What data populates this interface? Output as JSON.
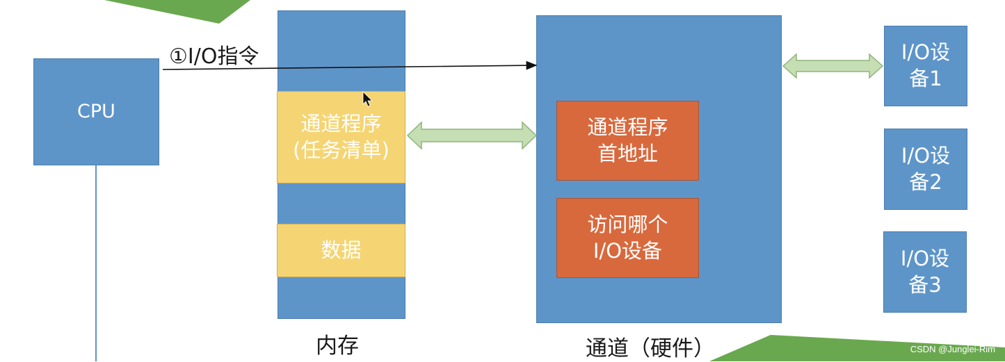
{
  "cpu": {
    "label": "CPU"
  },
  "instruction": {
    "label": "①I/O指令"
  },
  "memory": {
    "caption": "内存",
    "channel_program": "通道程序\n(任务清单)",
    "data_block": "数据"
  },
  "channel": {
    "caption": "通道（硬件）",
    "program_address": "通道程序\n首地址",
    "which_device": "访问哪个\nI/O设备"
  },
  "devices": [
    {
      "label": "I/O设\n备1"
    },
    {
      "label": "I/O设\n备2"
    },
    {
      "label": "I/O设\n备3"
    }
  ],
  "watermark": "CSDN @Junglei-Rim",
  "colors": {
    "box_blue": "#5e95c9",
    "block_yellow": "#f5d473",
    "block_orange": "#d8693d",
    "arrow_green": "#c6deb4",
    "slide_green": "#6aa84f"
  }
}
